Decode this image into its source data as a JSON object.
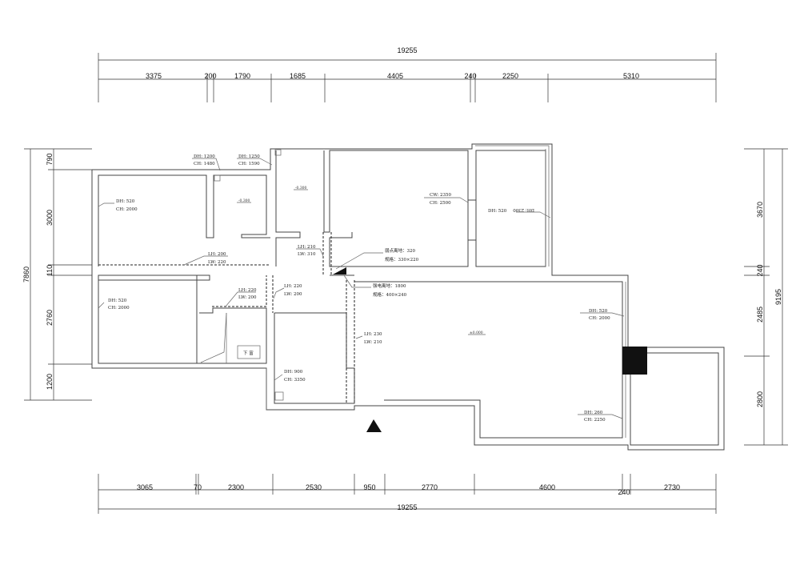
{
  "dimensions": {
    "top_total": "19255",
    "top": [
      "3375",
      "200",
      "1790",
      "1685",
      "4405",
      "240",
      "2250",
      "5310"
    ],
    "bottom": [
      "3065",
      "70",
      "2300",
      "2530",
      "950",
      "2770",
      "4600",
      "240",
      "2730"
    ],
    "bottom_total": "19255",
    "left_total": "7860",
    "left": [
      "790",
      "3000",
      "110",
      "2760",
      "1200"
    ],
    "right_total": "9195",
    "right": [
      "3670",
      "240",
      "2485",
      "2800"
    ]
  },
  "annotations": [
    {
      "l1": "DH: 1200",
      "l2": "CH: 1480"
    },
    {
      "l1": "DH: 1250",
      "l2": "CH: 1590"
    },
    {
      "l1": "DH: 520",
      "l2": "CH: 2000"
    },
    {
      "l1": "LH: 200",
      "l2": "LW: 220"
    },
    {
      "l1": "LH: 210",
      "l2": "LW: 310"
    },
    {
      "l1": "LH: 220",
      "l2": "LW: 200"
    },
    {
      "l1": "LH: 220",
      "l2": "LW: 200"
    },
    {
      "l1": "DH: 520",
      "l2": "CH: 2000"
    },
    {
      "l1": "LH: 230",
      "l2": "LW: 210"
    },
    {
      "l1": "DH: 900",
      "l2": "CH: 3350"
    },
    {
      "l1": "CW: 2350",
      "l2": "CH: 2500"
    },
    {
      "l1": "DH: 520",
      "l2": "DH: 2300"
    },
    {
      "l1": "DH: 520",
      "l2": "CH: 2000"
    },
    {
      "l1": "DH: 260",
      "l2": "CH: 2250"
    },
    {
      "l1": "弱点离地：320",
      "l2": "规格：330×220"
    },
    {
      "l1": "强电离地：1800",
      "l2": "规格：400×240"
    }
  ],
  "elevations": [
    "-0.300",
    "-0.300",
    "±0.000"
  ],
  "room_label": "下 富"
}
